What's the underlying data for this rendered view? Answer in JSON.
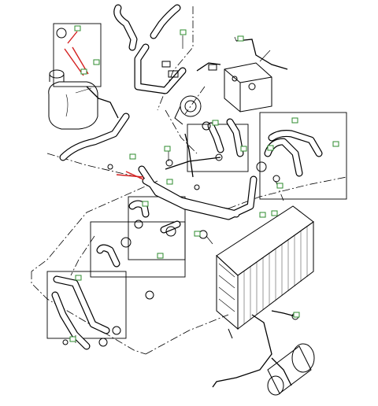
{
  "diagram": {
    "kind": "exploded-parts-diagram",
    "line_color": "#000000",
    "callout_box_color": "#2e8b2e",
    "highlight_color": "#d42020",
    "background": "#ffffff",
    "callout_count": 22,
    "highlighted_callouts": 2
  }
}
